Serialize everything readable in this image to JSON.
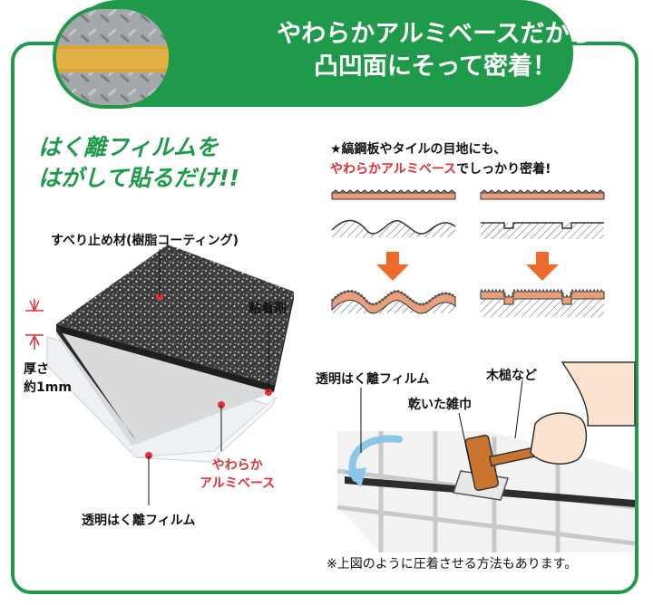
{
  "banner": {
    "line1": "やわらかアルミベースだから",
    "line2": "凸凹面にそって密着！"
  },
  "left": {
    "title_line1": "はく離フィルムを",
    "title_line2": "はがして貼るだけ!!",
    "label_coating": "すべり止め材(樹脂コーティング)",
    "label_adhesive": "粘着剤",
    "label_thickness_1": "厚さ",
    "label_thickness_2": "約1mm",
    "label_base_1": "やわらか",
    "label_base_2": "アルミベース",
    "label_film": "透明はく離フィルム"
  },
  "right": {
    "caption_line1": "★縞鋼板やタイルの目地にも、",
    "caption_red": "やわらかアルミベース",
    "caption_rest": "でしっかり密着!",
    "label_film": "透明はく離フィルム",
    "label_mallet": "木槌など",
    "label_cloth": "乾いた雑巾",
    "footnote": "※上図のように圧着させる方法もあります。"
  },
  "colors": {
    "green": "#1f9a4a",
    "red": "#e03038",
    "orange": "#ee6a2b",
    "copper": "#e8a07a"
  }
}
